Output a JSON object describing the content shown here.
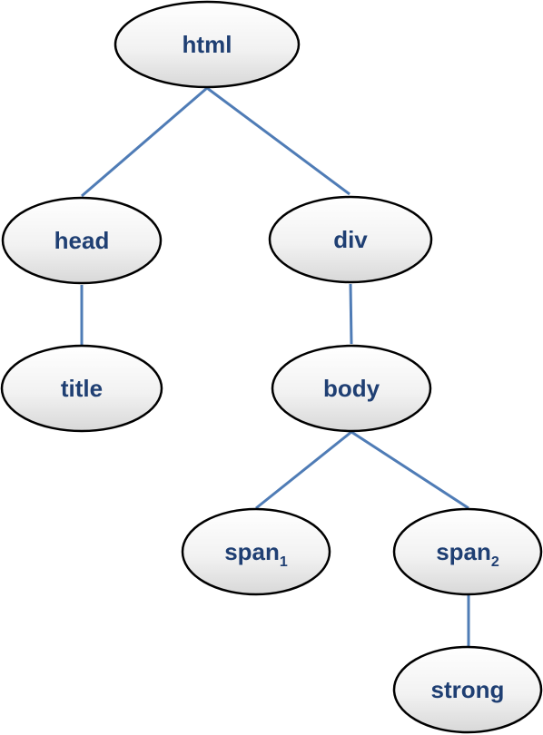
{
  "colors": {
    "edge": "#4f7cb6",
    "node_stroke": "#000000",
    "node_fill_light": "#ffffff",
    "node_fill_dark": "#d8d8d8",
    "label": "#1f3f73"
  },
  "nodes": {
    "html": {
      "label": "html"
    },
    "head": {
      "label": "head"
    },
    "div": {
      "label": "div"
    },
    "title": {
      "label": "title"
    },
    "body": {
      "label": "body"
    },
    "span1": {
      "label": "span",
      "subscript": "1"
    },
    "span2": {
      "label": "span",
      "subscript": "2"
    },
    "strong": {
      "label": "strong"
    }
  },
  "edges": [
    {
      "from": "html",
      "to": "head"
    },
    {
      "from": "html",
      "to": "div"
    },
    {
      "from": "head",
      "to": "title"
    },
    {
      "from": "div",
      "to": "body"
    },
    {
      "from": "body",
      "to": "span1"
    },
    {
      "from": "body",
      "to": "span2"
    },
    {
      "from": "span2",
      "to": "strong"
    }
  ]
}
